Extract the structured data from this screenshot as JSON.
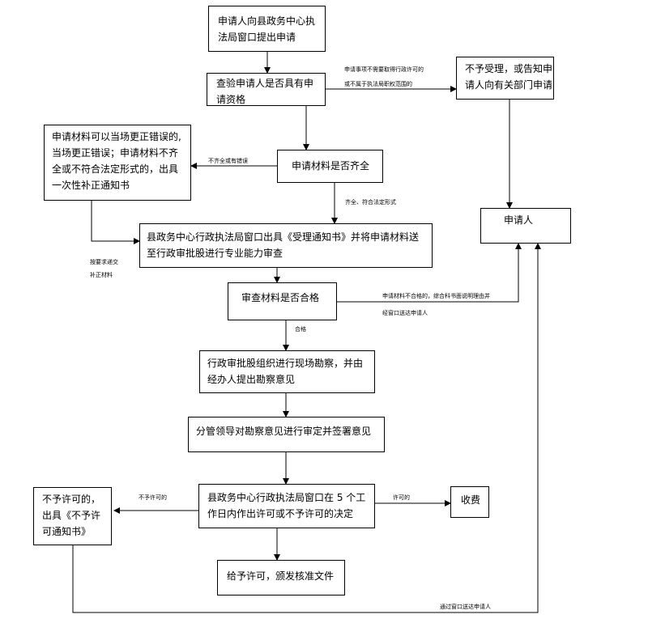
{
  "nodes": {
    "apply": {
      "lines": [
        "申请人向县政务中心执",
        "法局窗口提出申请"
      ]
    },
    "check_qualification": {
      "lines": [
        "查验申请人是否具有申",
        "请资格"
      ]
    },
    "reject": {
      "lines": [
        "不予受理，或告知申",
        "请人向有关部门申请"
      ]
    },
    "correct_materials": {
      "lines": [
        "申请材料可以当场更正错误的,",
        "当场更正错误；申请材料不齐",
        "全或不符合法定形式的，出具",
        "一次性补正通知书"
      ]
    },
    "materials_complete": {
      "lines": [
        "申请材料是否齐全"
      ]
    },
    "applicant": {
      "lines": [
        "申请人"
      ]
    },
    "accept_notice": {
      "lines": [
        "县政务中心行政执法局窗口出具《受理通知书》并将申请材料送",
        "至行政审批股进行专业能力审查"
      ]
    },
    "review_qualified": {
      "lines": [
        "审查材料是否合格"
      ]
    },
    "site_survey": {
      "lines": [
        "行政审批股组织进行现场勘察，并由",
        "经办人提出勘察意见"
      ]
    },
    "leader_review": {
      "lines": [
        "分管领导对勘察意见进行审定并签署意见"
      ]
    },
    "decision": {
      "lines": [
        "县政务中心行政执法局窗口在 5 个工",
        "作日内作出许可或不予许可的决定"
      ]
    },
    "deny_notice": {
      "lines": [
        "不予许可的，",
        "出具《不予许",
        "可通知书》"
      ]
    },
    "fee": {
      "lines": [
        "收费"
      ]
    },
    "grant": {
      "lines": [
        "给予许可，颁发核准文件"
      ]
    }
  },
  "edge_labels": {
    "reject_line1": "申请事项不需要取得行政许可的",
    "reject_line2": "或不属于执法局职权范围的",
    "incomplete": "不齐全或有错误",
    "complete": "齐全、符合法定形式",
    "resubmit_line1": "按要求递交",
    "resubmit_line2": "补正材料",
    "unqualified_line1": "申请材料不合格的，综合科书面说明理由并",
    "unqualified_line2": "经窗口送达申请人",
    "qualified": "合格",
    "denied": "不予许可的",
    "permitted": "许可的",
    "deliver": "通过窗口送达申请人"
  }
}
